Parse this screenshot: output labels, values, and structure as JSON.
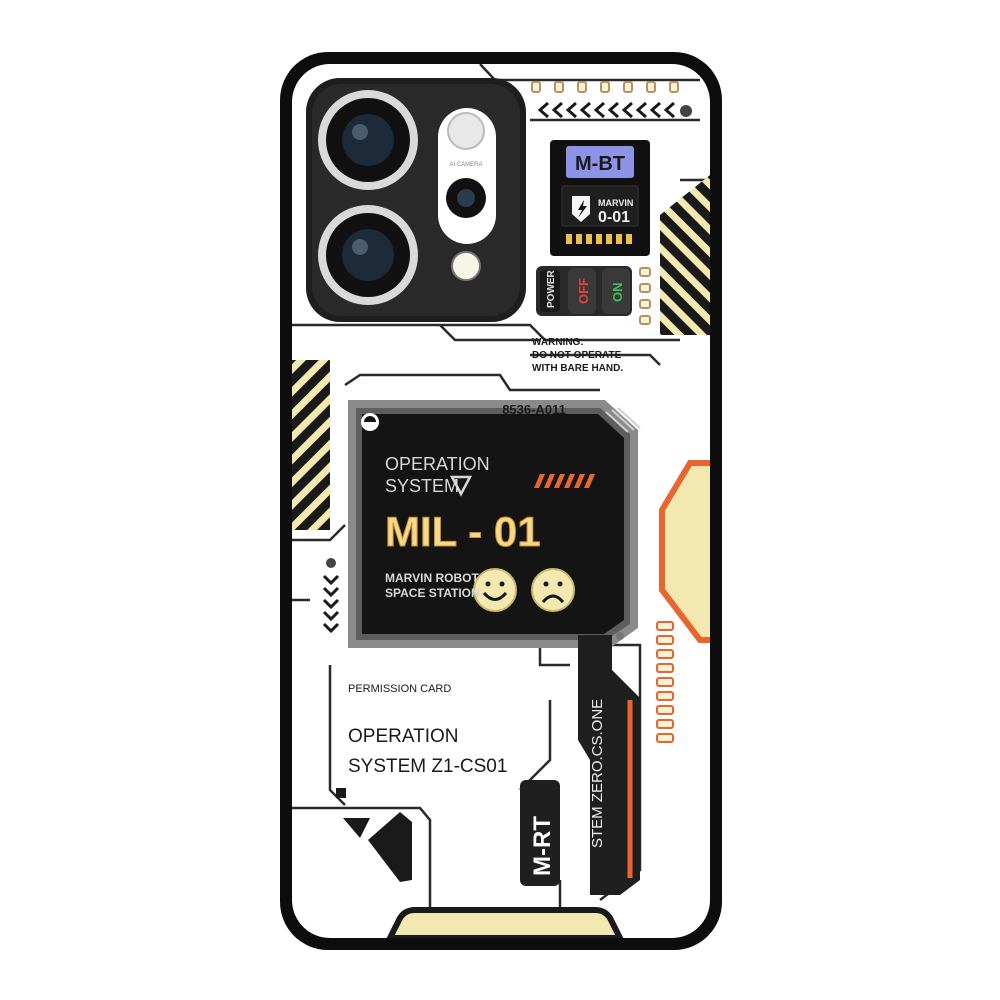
{
  "case": {
    "colors": {
      "frame": "#0d0d0d",
      "background": "#ffffff",
      "screen": "#141414",
      "accent_orange": "#e8662e",
      "accent_yellow": "#f3e9b0",
      "badge_purple": "#8d93e6"
    }
  },
  "camera": {
    "label": "AI CAMERA",
    "icons": [
      "main-lens-icon",
      "secondary-lens-icon",
      "flash-icon",
      "front-sensor-icon"
    ]
  },
  "badge": {
    "title": "M-BT",
    "name": "MARVIN",
    "code": "0-01",
    "icon": "lightning-shield-icon"
  },
  "power_switch": {
    "label": "POWER",
    "off": "OFF",
    "on": "ON"
  },
  "warning": {
    "line1": "WARNING:",
    "line2": "DO NOT OPERATE",
    "line3": "WITH BARE HAND."
  },
  "main_panel": {
    "serial": "8536-A011",
    "op_line1": "OPERATION",
    "op_line2": "SYSTEM",
    "model": "MIL - 01",
    "station_line1": "MARVIN ROBOT",
    "station_line2": "SPACE STATION",
    "icons": [
      "smiley-face-icon",
      "sad-face-icon"
    ]
  },
  "permission": {
    "label": "PERMISSION CARD",
    "line1": "OPERATION",
    "line2": "SYSTEM Z1-CS01"
  },
  "side_bar": {
    "text": "STEM ZERO.CS.ONE"
  },
  "tag": {
    "text": "M-RT"
  }
}
